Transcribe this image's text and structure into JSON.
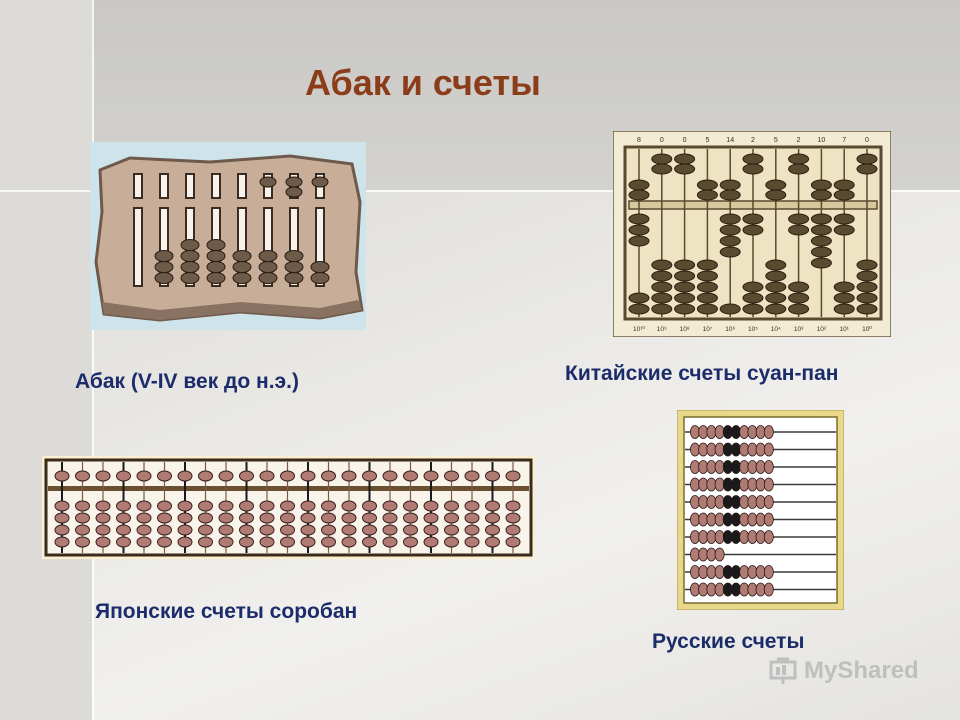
{
  "slide": {
    "title": "Абак и счеты",
    "captions": {
      "abacus": "Абак (V-IV век до н.э.)",
      "chinese": "Китайские счеты суан-пан",
      "japanese": "Японские счеты соробан",
      "russian": "Русские счеты"
    },
    "chinese_top_digits": [
      "8",
      "0",
      "0",
      "5",
      "14",
      "2",
      "5",
      "2",
      "10",
      "7",
      "0"
    ],
    "chinese_powers": [
      "10¹⁰",
      "10⁹",
      "10⁸",
      "10⁷",
      "10⁶",
      "10⁵",
      "10⁴",
      "10³",
      "10²",
      "10¹",
      "10⁰"
    ]
  },
  "watermark": {
    "text": "MyShared"
  },
  "colors": {
    "title": "#8b3d1a",
    "caption": "#1c2c6b",
    "bead_brown": "#5a4a30",
    "bead_pink": "#b07b72",
    "bead_black": "#1a1a1a",
    "frame_gold": "#e8d88a"
  }
}
